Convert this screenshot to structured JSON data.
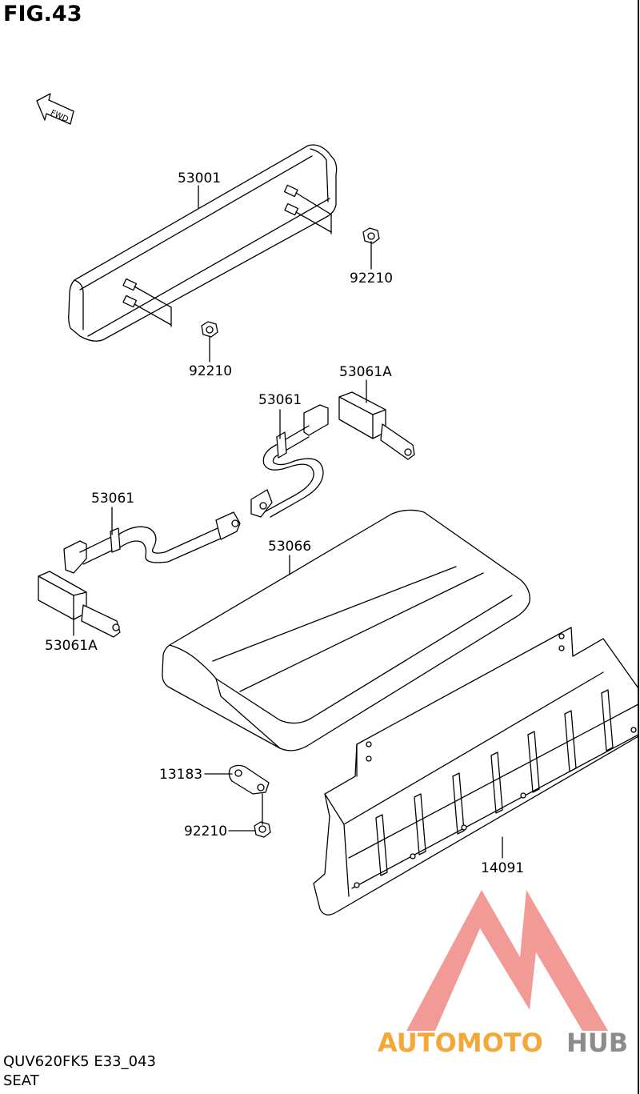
{
  "figure": {
    "title": "FIG.43"
  },
  "direction": {
    "label": "FWD"
  },
  "callouts": [
    {
      "part": "53001"
    },
    {
      "part": "92210"
    },
    {
      "part": "92210"
    },
    {
      "part": "53061A"
    },
    {
      "part": "53061"
    },
    {
      "part": "53061"
    },
    {
      "part": "53066"
    },
    {
      "part": "53061A"
    },
    {
      "part": "13183"
    },
    {
      "part": "92210"
    },
    {
      "part": "14091"
    }
  ],
  "footer": {
    "model_code": "QUV620FK5 E33_043",
    "section": "SEAT"
  },
  "watermark": {
    "part1": "AUTOMOTO",
    "part2": "HUB",
    "color_part1": "#f4a83a",
    "color_part2": "#8c8c8c",
    "logo_color": "#f08a84"
  }
}
